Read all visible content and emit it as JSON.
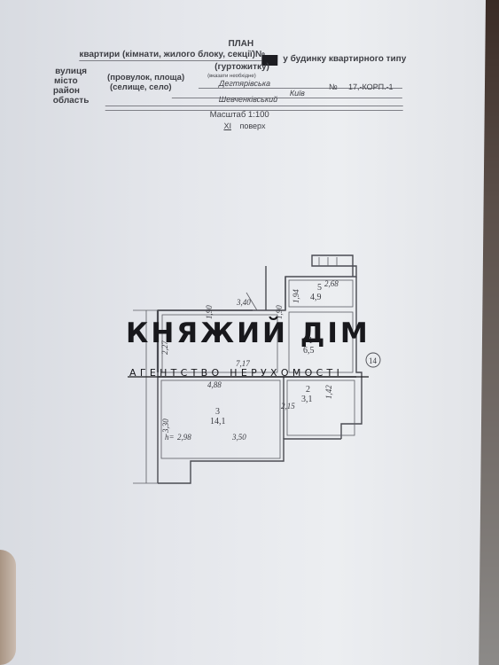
{
  "header": {
    "title": "ПЛАН",
    "line1_prefix": "квартири (кімнати, жилого блоку, секції)№",
    "line1_suffix": "у будинку квартирного типу",
    "line2": "(гуртожитку)",
    "hint": "(вказати необхідне)"
  },
  "address": {
    "street_label": "вулиця",
    "street_alt": "(провулок, площа)",
    "street_value": "Дегтярівська",
    "number_label": "№",
    "number_value": "17,-КОРП.-1",
    "city_label": "місто",
    "city_alt": "(селище, село)",
    "city_value": "Київ",
    "district_label": "район",
    "district_value": "Шевченківський",
    "region_label": "область"
  },
  "scale": "Масштаб 1:100",
  "floor_value": "XI",
  "floor_label": "поверх",
  "plan": {
    "rooms": [
      {
        "number": "3",
        "area": "14,1"
      },
      {
        "number": "2",
        "area": "3,1"
      },
      {
        "number": "1",
        "area": "6,5"
      },
      {
        "number": "5",
        "area": "4,9"
      }
    ],
    "dimensions": [
      "2,68",
      "1,94",
      "1,90",
      "1,90",
      "3,40",
      "2,27",
      "7,17",
      "4,88",
      "2,15",
      "1,42",
      "3,30",
      "2,98",
      "3,50"
    ],
    "height_label": "h=",
    "axis_marker": "14"
  },
  "watermark": {
    "brand": "КНЯЖИЙ ДІМ",
    "tagline": "АГЕНТСТВО НЕРУХОМОСТІ"
  }
}
